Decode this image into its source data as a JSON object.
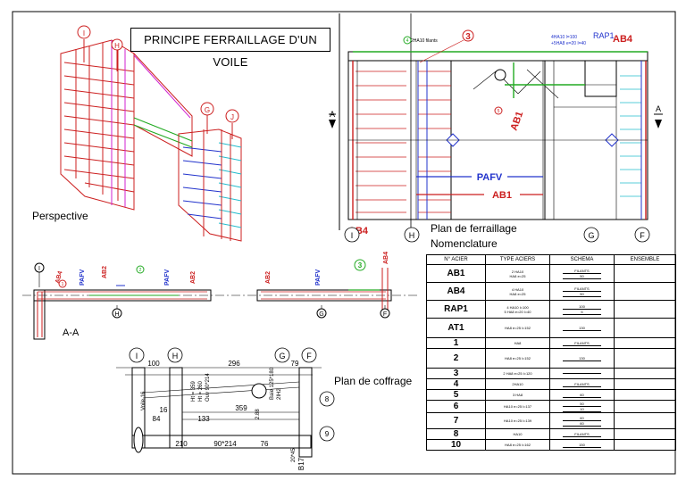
{
  "title": "PRINCIPE FERRAILLAGE D'UN VOILE",
  "views": {
    "perspective": "Perspective",
    "section": "A-A",
    "plan_ferraillage": "Plan de ferraillage",
    "nomenclature": "Nomenclature",
    "plan_coffrage": "Plan de coffrage"
  },
  "axes": {
    "I": "I",
    "H": "H",
    "G": "G",
    "F": "F",
    "J": "J"
  },
  "plan_labels": {
    "ab4_top": "AB4",
    "ab4_bottom": "AB4",
    "ab1_diag": "AB1",
    "ab1_dim": "AB1",
    "pafv": "PAFV",
    "rap1": "RAP1",
    "mark3": "3",
    "mark4": "4",
    "mark5": "5",
    "note_2ha10": "2HA10 filants",
    "note_4ha10": "4HA10 l=100",
    "note_5ha8": "+5HA8 e=20 l=40",
    "section_a": "A"
  },
  "section_labels": {
    "ab4": "AB4",
    "pafv1": "PAFV",
    "ab2a": "AB2",
    "pafv2": "PAFV",
    "ab2b": "AB2",
    "ab2c": "AB2",
    "pafv3": "PAFV",
    "ab4r": "AB4",
    "m1": "1",
    "m2": "2",
    "m3": "3",
    "axis_i": "I",
    "axis_h": "H",
    "axis_g": "G",
    "axis_f": "F"
  },
  "coffrage": {
    "dims": [
      "100",
      "296",
      "79",
      "16",
      "84",
      "133",
      "359",
      "210",
      "90*214",
      "76",
      "B17"
    ],
    "vert": [
      "Voile 16",
      "Ht = 359",
      "Ht = 260",
      "Ouv 90*214",
      "Baie 125*180",
      "2IH2",
      "20*45",
      "2.88"
    ],
    "axes": [
      "I",
      "H",
      "G",
      "F",
      "8",
      "9"
    ]
  },
  "nomenclature": {
    "headers": [
      "N° ACIER",
      "TYPE ACIERS",
      "SCHEMA",
      "ENSEMBLE"
    ],
    "rows": [
      {
        "mark": "AB1",
        "types": [
          "2 HA10",
          "HA8 e=25"
        ],
        "schema": [
          "FILANTS",
          "50"
        ]
      },
      {
        "mark": "AB4",
        "types": [
          "4 HA10",
          "HA8 e=25"
        ],
        "schema": [
          "FILANTS",
          "50"
        ]
      },
      {
        "mark": "RAP1",
        "types": [
          "4 HA10 l=100",
          "5 HA8 e=20 l=40"
        ],
        "schema": [
          "100",
          "5"
        ]
      },
      {
        "mark": "AT1",
        "types": [
          "HA8 e=25 l=152"
        ],
        "schema": [
          "130"
        ]
      },
      {
        "mark": "1",
        "types": [
          "HA8"
        ],
        "schema": [
          "FILANTS"
        ]
      },
      {
        "mark": "2",
        "types": [
          "HA8 e=25 l=152"
        ],
        "schema": [
          "130"
        ]
      },
      {
        "mark": "3",
        "types": [
          "2 HA8 e=25 l=120"
        ],
        "schema": [
          ""
        ]
      },
      {
        "mark": "4",
        "types": [
          "2HA10"
        ],
        "schema": [
          "FILANTS"
        ]
      },
      {
        "mark": "5",
        "types": [
          "3 HA8"
        ],
        "schema": [
          "60"
        ]
      },
      {
        "mark": "6",
        "types": [
          "HA10 e=25 l=137"
        ],
        "schema": [
          "50",
          "10"
        ]
      },
      {
        "mark": "7",
        "types": [
          "HA10 e=25 l=139"
        ],
        "schema": [
          "60",
          "60"
        ]
      },
      {
        "mark": "8",
        "types": [
          "HA10"
        ],
        "schema": [
          "FILANTS"
        ]
      },
      {
        "mark": "10",
        "types": [
          "HA8 e=25 l=162"
        ],
        "schema": [
          "150"
        ]
      }
    ]
  },
  "colors": {
    "red": "#cc1f1f",
    "blue": "#2233cc",
    "green": "#22aa22",
    "cyan": "#22bbcc",
    "magenta": "#d020d0"
  }
}
